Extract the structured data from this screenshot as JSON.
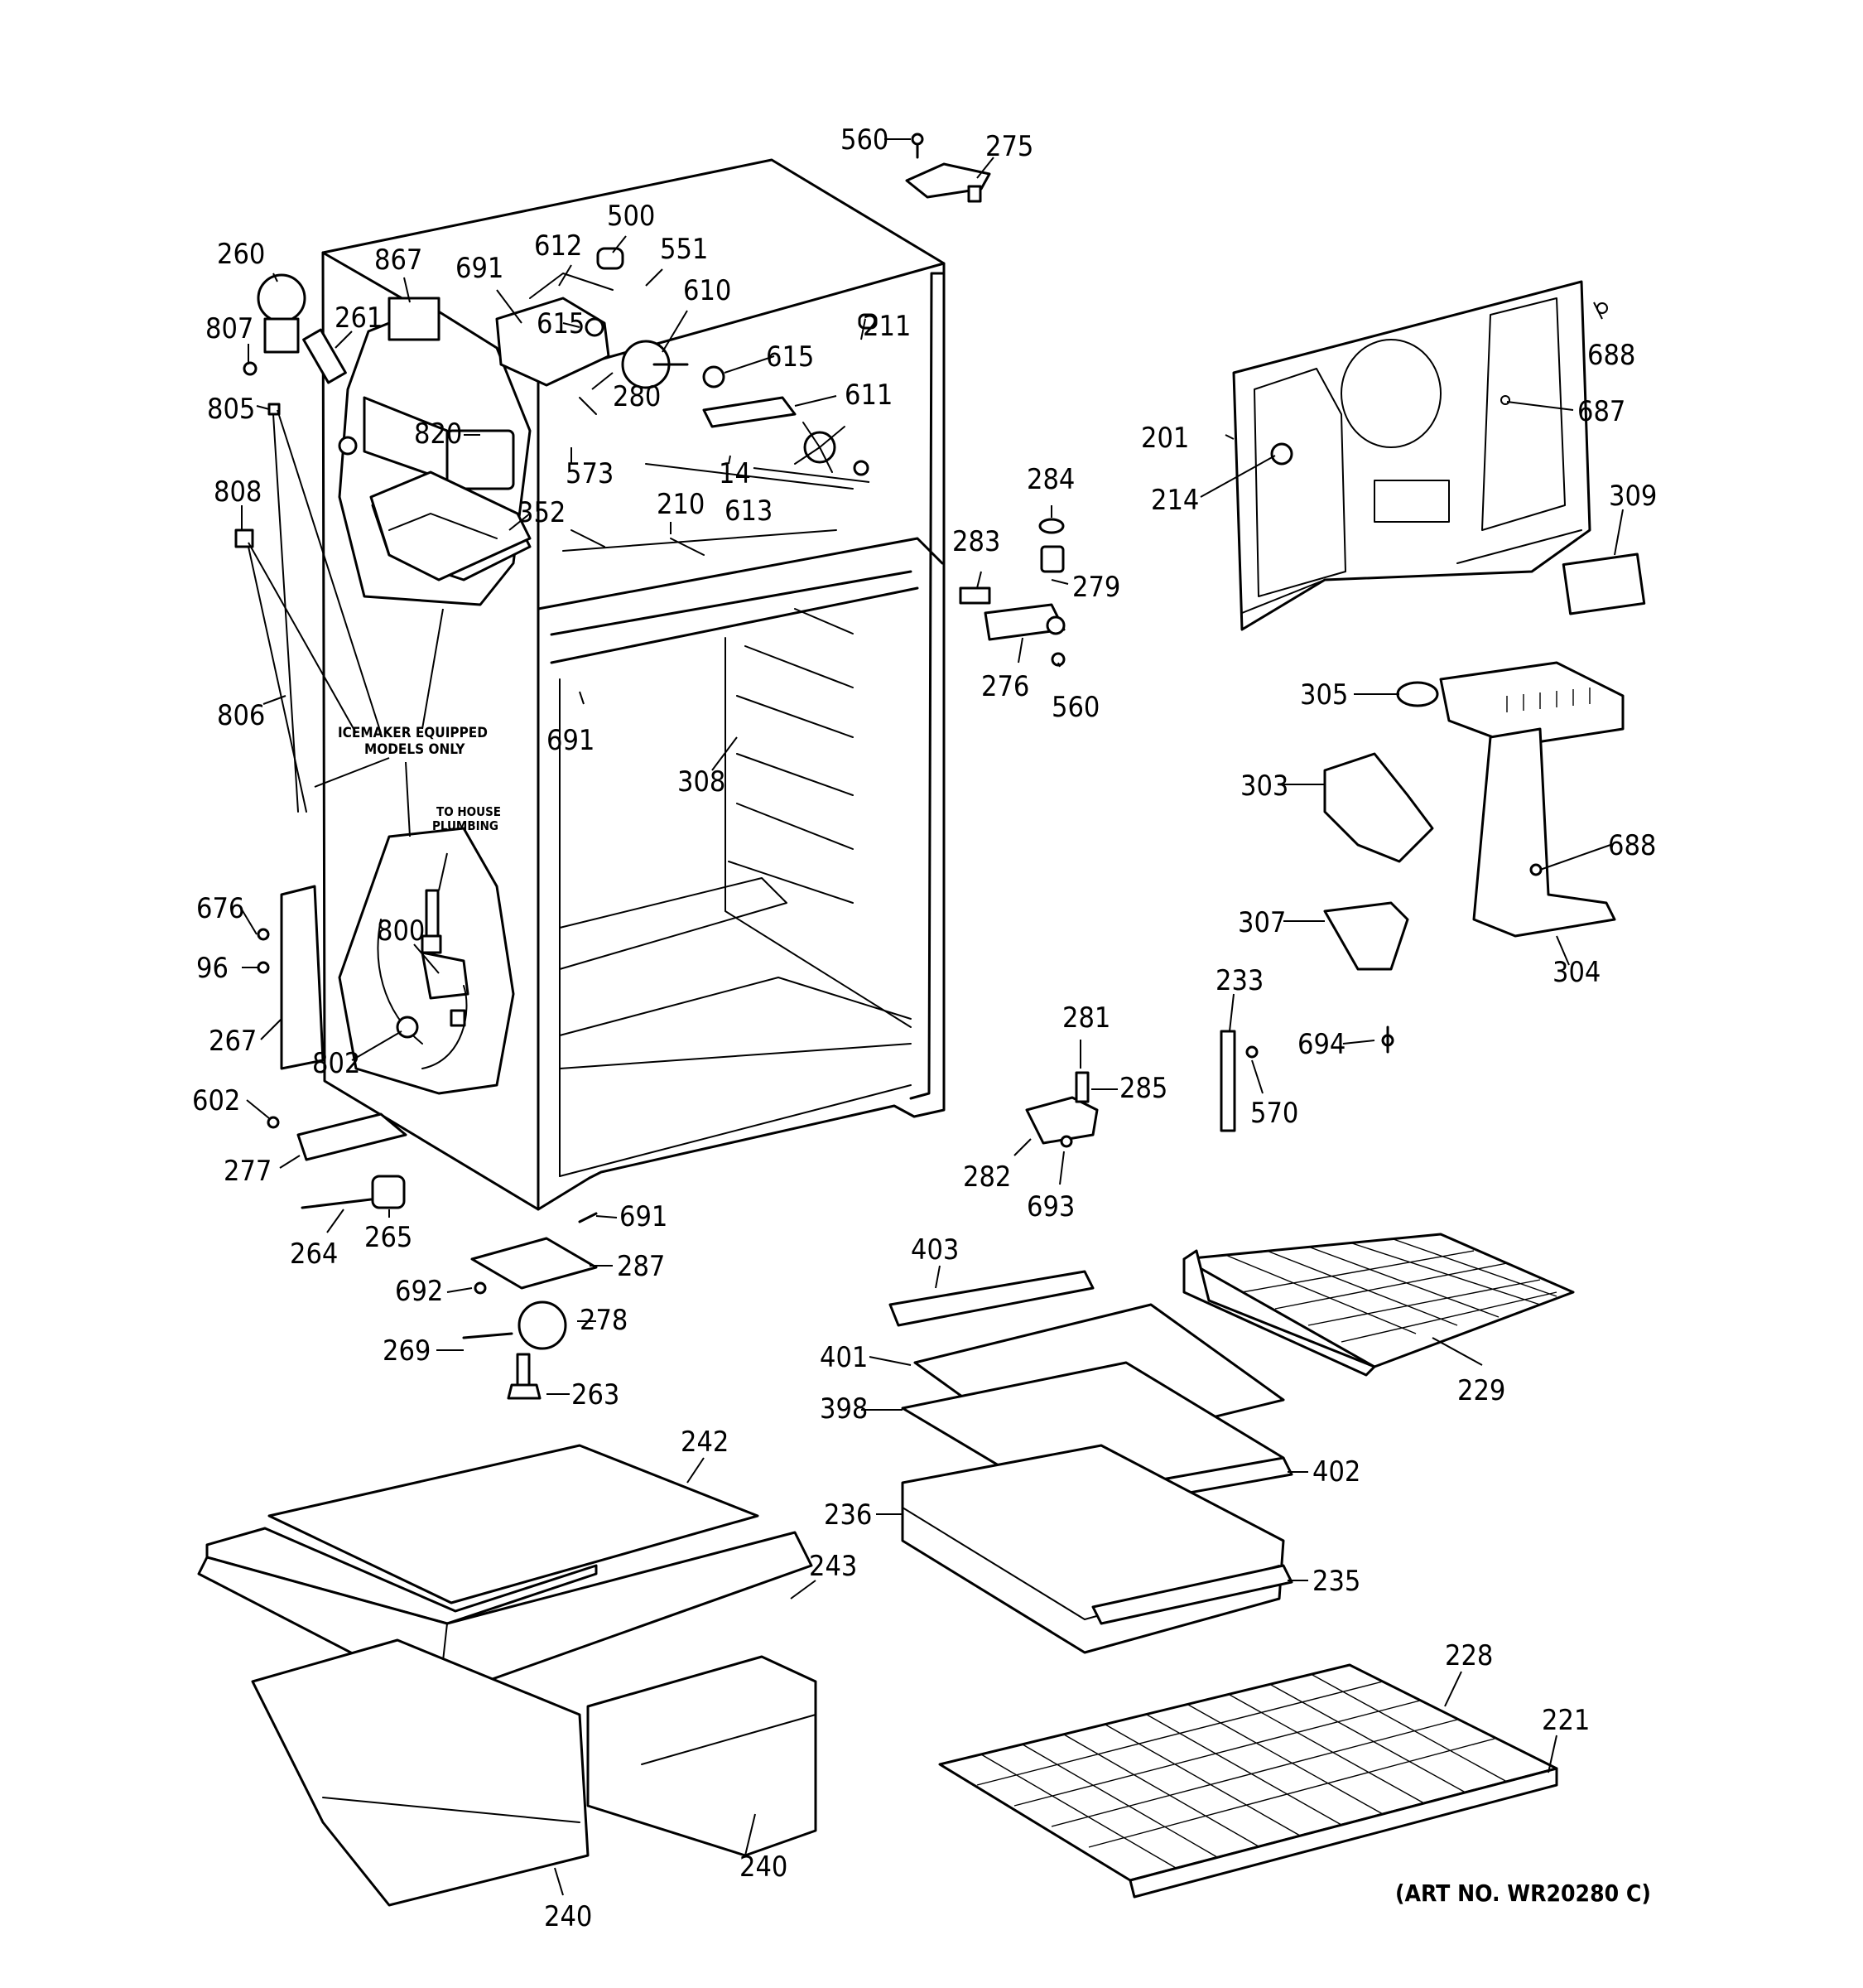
{
  "diagram": {
    "art_number": "(ART NO. WR20280 C)",
    "note_icemaker": [
      "ICEMAKER EQUIPPED",
      "MODELS ONLY"
    ],
    "note_plumbing": [
      "TO HOUSE",
      "PLUMBING"
    ],
    "labels": {
      "p560a": "560",
      "p275": "275",
      "p500": "500",
      "p612": "612",
      "p551": "551",
      "p691a": "691",
      "p867": "867",
      "p260": "260",
      "p261": "261",
      "p610": "610",
      "p615a": "615",
      "p615b": "615",
      "p211": "211",
      "p611": "611",
      "p280": "280",
      "p807": "807",
      "p805": "805",
      "p820": "820",
      "p573": "573",
      "p14": "14",
      "p613": "613",
      "p808": "808",
      "p352": "352",
      "p210": "210",
      "p284": "284",
      "p283": "283",
      "p279": "279",
      "p276": "276",
      "p560b": "560",
      "p806": "806",
      "p691b": "691",
      "p308": "308",
      "p688a": "688",
      "p687": "687",
      "p201": "201",
      "p214": "214",
      "p309": "309",
      "p305": "305",
      "p303": "303",
      "p688b": "688",
      "p307": "307",
      "p304": "304",
      "p676": "676",
      "p96": "96",
      "p800": "800",
      "p267": "267",
      "p802": "802",
      "p233": "233",
      "p281": "281",
      "p285": "285",
      "p694": "694",
      "p570": "570",
      "p282": "282",
      "p693": "693",
      "p602": "602",
      "p277": "277",
      "p691c": "691",
      "p264": "264",
      "p265": "265",
      "p287": "287",
      "p692": "692",
      "p278": "278",
      "p269": "269",
      "p263": "263",
      "p403": "403",
      "p401": "401",
      "p229": "229",
      "p398": "398",
      "p242": "242",
      "p402": "402",
      "p236": "236",
      "p243": "243",
      "p235": "235",
      "p228": "228",
      "p221": "221",
      "p240a": "240",
      "p240b": "240"
    }
  }
}
